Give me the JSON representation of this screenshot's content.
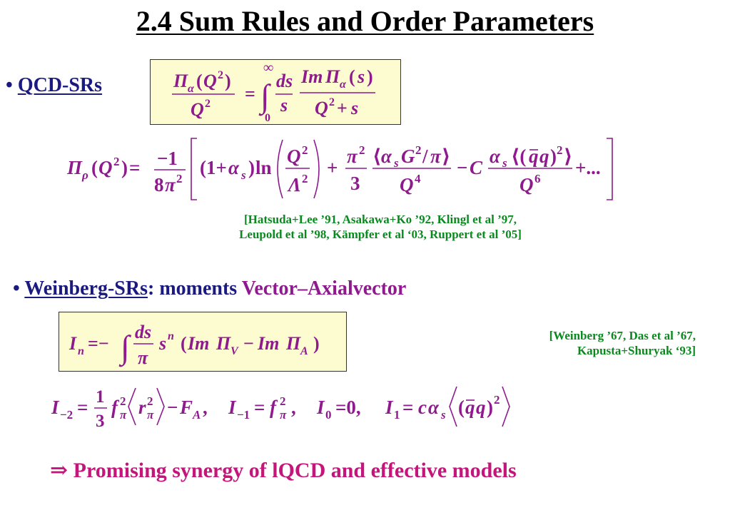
{
  "title": "2.4 Sum Rules and Order Parameters",
  "section1": {
    "bullet": "•",
    "label": "QCD-SRs"
  },
  "citation1": {
    "line1": "[Hatsuda+Lee ’91, Asakawa+Ko ’92, Klingl et al ’97,",
    "line2": "Leupold et al ’98, Kämpfer et al ‘03, Ruppert et al ’05]"
  },
  "section2": {
    "bullet": "•",
    "label": "Weinberg-SRs",
    "colon": ": moments ",
    "highlight": "Vector–Axialvector"
  },
  "citation2": {
    "line1": "[Weinberg ’67, Das et al ’67,",
    "line2": "Kapusta+Shuryak ‘93]"
  },
  "conclusion": {
    "arrow": "⇒",
    "text": " Promising synergy of lQCD and effective models"
  },
  "colors": {
    "navy": "#1a1a80",
    "purple": "#8e1a8e",
    "green": "#0a8a1e",
    "magenta": "#c4157a",
    "box_fill": "#fdfbd0"
  }
}
